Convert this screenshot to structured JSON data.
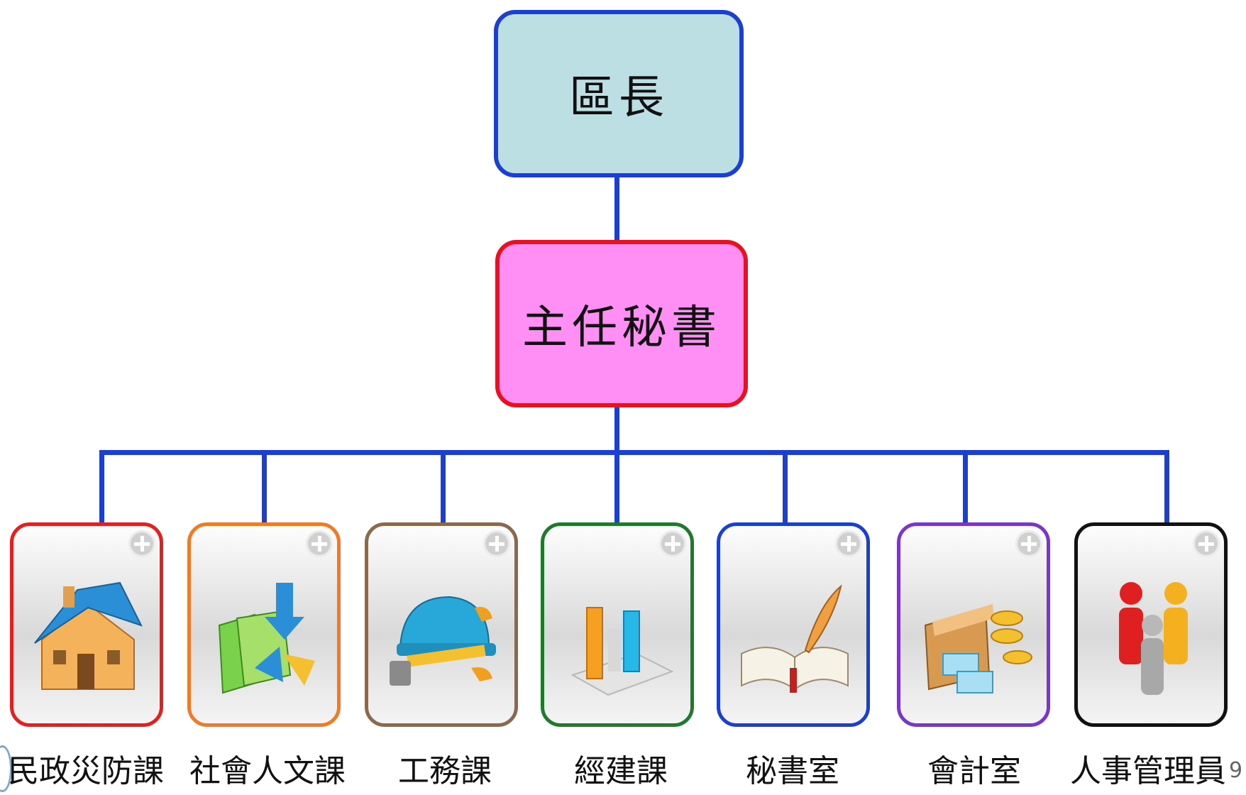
{
  "org": {
    "top": "區長",
    "middle": "主任秘書",
    "departments": [
      {
        "label": "民政災防課",
        "border": "#e81d1d",
        "icon": "house-icon"
      },
      {
        "label": "社會人文課",
        "border": "#f07a25",
        "icon": "folder-download-icon"
      },
      {
        "label": "工務課",
        "border": "#8a6a4e",
        "icon": "helmet-tools-icon"
      },
      {
        "label": "經建課",
        "border": "#1f7a2c",
        "icon": "bar-chart-icon"
      },
      {
        "label": "秘書室",
        "border": "#1a3fd1",
        "icon": "book-quill-icon"
      },
      {
        "label": "會計室",
        "border": "#7a35c9",
        "icon": "ledger-coins-icon"
      },
      {
        "label": "人事管理員",
        "border": "#111111",
        "icon": "people-icon"
      }
    ]
  },
  "colors": {
    "connector": "#1a3fd1",
    "top_fill": "#bcdfe3",
    "middle_fill": "#ff8ef5"
  },
  "page_number": "9"
}
